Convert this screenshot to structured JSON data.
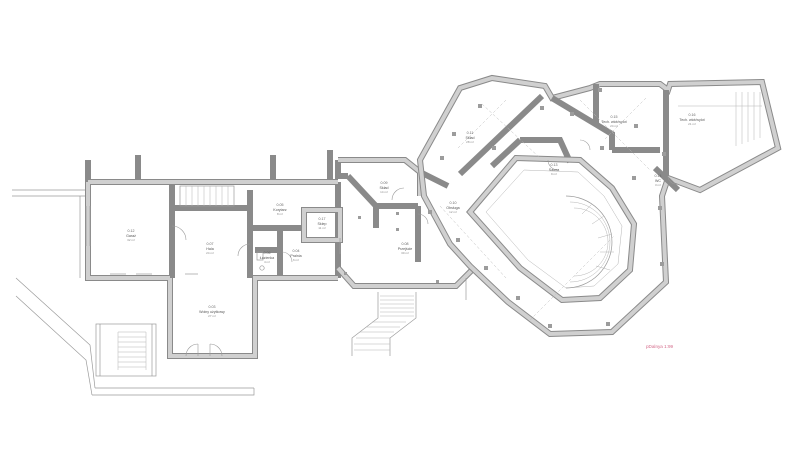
{
  "plan": {
    "rooms": [
      {
        "id": "r-garaz",
        "number": "0.12",
        "name": "Garaż",
        "area": "32 m²"
      },
      {
        "id": "r-hala",
        "number": "0.07",
        "name": "Hala",
        "area": "24 m²"
      },
      {
        "id": "r-korytarz",
        "number": "0.05",
        "name": "Korytarz",
        "area": "8 m²"
      },
      {
        "id": "r-sklep",
        "number": "0.17",
        "name": "Sklep",
        "area": "11 m²"
      },
      {
        "id": "r-lazienka",
        "number": "0.06",
        "name": "Łazienka",
        "area": "4 m²"
      },
      {
        "id": "r-pralnia",
        "number": "0.04",
        "name": "Pralnia",
        "area": "6 m²"
      },
      {
        "id": "r-wolny",
        "number": "0.03",
        "name": "Wolny użytkowy",
        "area": "27 m²"
      },
      {
        "id": "r-skład-a",
        "number": "0.09",
        "name": "Skład",
        "area": "14 m²"
      },
      {
        "id": "r-obsługa",
        "number": "0.10",
        "name": "Obsługa",
        "area": "12 m²"
      },
      {
        "id": "r-przejście",
        "number": "0.08",
        "name": "Przejście",
        "area": "30 m²"
      },
      {
        "id": "r-skład-b",
        "number": "0.11",
        "name": "Skład",
        "area": "28 m²"
      },
      {
        "id": "r-sauna",
        "number": "0.13",
        "name": "Sauna",
        "area": "9 m²"
      },
      {
        "id": "r-tech-a",
        "number": "0.15",
        "name": "Tech. wlot/wylot",
        "area": "24 m²"
      },
      {
        "id": "r-tech-b",
        "number": "0.16",
        "name": "Tech. wlot/wylot",
        "area": "21 m²"
      },
      {
        "id": "r-wc",
        "number": "0.14",
        "name": "WC",
        "area": "3 m²"
      }
    ],
    "stamp": "pDalnya 1:99"
  }
}
